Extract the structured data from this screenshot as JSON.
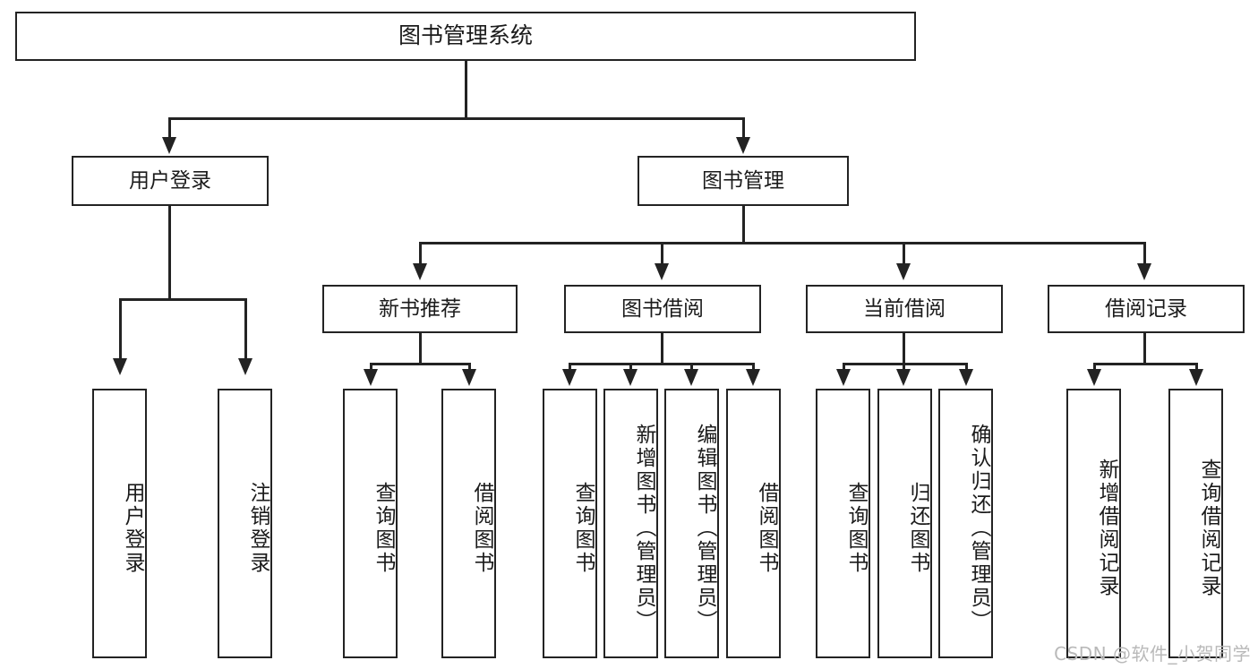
{
  "diagram": {
    "title": "图书管理系统",
    "type": "hierarchy-tree",
    "watermark": "CSDN @软件_小贺同学",
    "root": {
      "id": "root",
      "label": "图书管理系统"
    },
    "level2": [
      {
        "id": "user-login",
        "label": "用户登录"
      },
      {
        "id": "book-manage",
        "label": "图书管理"
      }
    ],
    "level3": [
      {
        "id": "new-book-recommend",
        "label": "新书推荐",
        "parent": "book-manage"
      },
      {
        "id": "book-borrow",
        "label": "图书借阅",
        "parent": "book-manage"
      },
      {
        "id": "current-borrow",
        "label": "当前借阅",
        "parent": "book-manage"
      },
      {
        "id": "borrow-record",
        "label": "借阅记录",
        "parent": "book-manage"
      }
    ],
    "leaves": {
      "user_login": [
        {
          "id": "leaf-user-login",
          "label": "用户登录"
        },
        {
          "id": "leaf-logout-login",
          "label": "注销登录"
        }
      ],
      "new_book_recommend": [
        {
          "id": "leaf-query-book-1",
          "label": "查询图书"
        },
        {
          "id": "leaf-borrow-book-1",
          "label": "借阅图书"
        }
      ],
      "book_borrow": [
        {
          "id": "leaf-query-book-2",
          "label": "查询图书"
        },
        {
          "id": "leaf-add-book",
          "label": "新增图书（管理员）"
        },
        {
          "id": "leaf-edit-book",
          "label": "编辑图书（管理员）"
        },
        {
          "id": "leaf-borrow-book-2",
          "label": "借阅图书"
        }
      ],
      "current_borrow": [
        {
          "id": "leaf-query-book-3",
          "label": "查询图书"
        },
        {
          "id": "leaf-return-book",
          "label": "归还图书"
        },
        {
          "id": "leaf-confirm-return",
          "label": "确认归还（管理员）"
        }
      ],
      "borrow_record": [
        {
          "id": "leaf-add-record",
          "label": "新增借阅记录"
        },
        {
          "id": "leaf-query-record",
          "label": "查询借阅记录"
        }
      ]
    },
    "colors": {
      "stroke": "#232323",
      "fill": "#ffffff",
      "text": "#1b1b1b",
      "watermark": "#b9b9b9"
    }
  }
}
